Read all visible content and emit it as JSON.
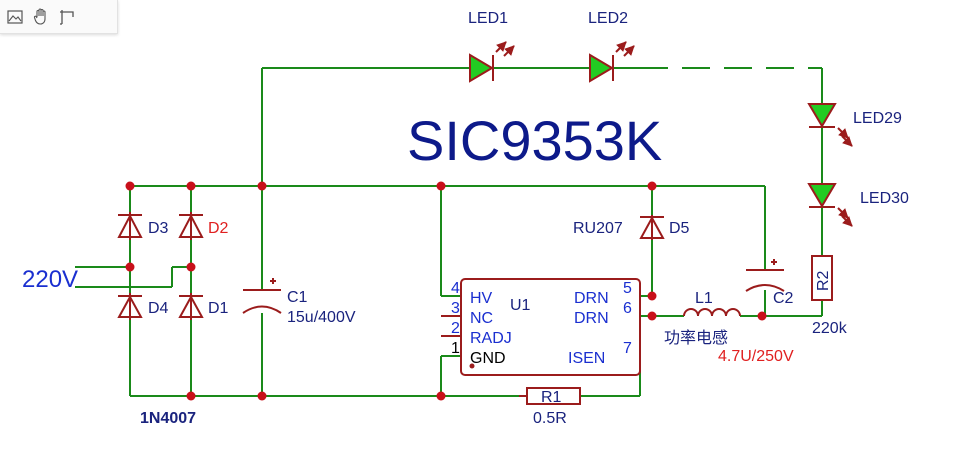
{
  "toolbar": {
    "tools": [
      {
        "name": "image-icon"
      },
      {
        "name": "hand-icon"
      },
      {
        "name": "crop-icon"
      }
    ]
  },
  "schematic": {
    "title": "SIC9353K",
    "input_label": "220V",
    "diodes": {
      "d1": "D1",
      "d2": "D2",
      "d3": "D3",
      "d4": "D4",
      "d5": "D5",
      "d5_part": "RU207",
      "bridge_part": "1N4007"
    },
    "c1": {
      "ref": "C1",
      "value": "15u/400V"
    },
    "c2": {
      "ref": "C2"
    },
    "l1": {
      "ref": "L1",
      "desc": "功率电感",
      "value": "4.7U/250V"
    },
    "r1": {
      "ref": "R1",
      "value": "0.5R"
    },
    "r2": {
      "ref": "R2",
      "value": "220k"
    },
    "leds": {
      "led1": "LED1",
      "led2": "LED2",
      "led29": "LED29",
      "led30": "LED30"
    },
    "u1": {
      "ref": "U1",
      "pins_left": [
        {
          "num": "4",
          "name": "HV"
        },
        {
          "num": "3",
          "name": "NC"
        },
        {
          "num": "2",
          "name": "RADJ"
        },
        {
          "num": "1",
          "name": "GND"
        }
      ],
      "pins_right": [
        {
          "num": "5",
          "name": "DRN"
        },
        {
          "num": "6",
          "name": "DRN"
        },
        {
          "num": "7",
          "name": "ISEN"
        }
      ]
    },
    "colors": {
      "wire": "#1a8a1a",
      "component": "#9b1c1c",
      "junction": "#c8101a",
      "led_fill": "#22cc22",
      "title": "#0d1a8a",
      "label": "#1a237e",
      "pin": "#1a2fd0",
      "highlight": "#e02020"
    }
  }
}
